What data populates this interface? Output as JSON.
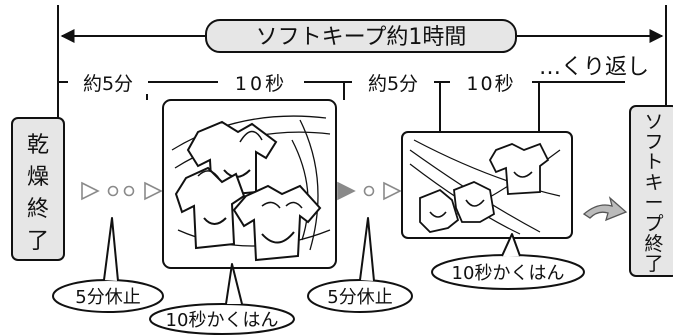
{
  "header": {
    "title": "ソフトキープ約1時間"
  },
  "timeline": {
    "segments": [
      "約5分",
      "10秒",
      "約5分",
      "10秒"
    ],
    "repeat": "…くり返し"
  },
  "states": {
    "start": [
      "乾",
      "燥",
      "終",
      "了"
    ],
    "end": [
      "ソ",
      "フ",
      "ト",
      "キ",
      "ー",
      "プ",
      "終",
      "了"
    ]
  },
  "callouts": {
    "rest_1": "5分休止",
    "tumble_1": "10秒かくはん",
    "rest_2": "5分休止",
    "tumble_2": "10秒かくはん"
  },
  "colors": {
    "stroke": "#111111",
    "box_fill": "#e6e6e6",
    "marker_gray": "#8a8a8a",
    "arrow_fill": "#bbbbbb"
  }
}
